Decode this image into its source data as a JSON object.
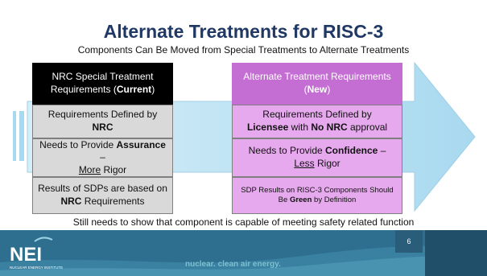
{
  "title": "Alternate Treatments for RISC-3",
  "subtitle": "Components Can Be Moved from Special Treatments to Alternate Treatments",
  "left_column": {
    "header": {
      "pre": "NRC Special Treatment Requirements (",
      "bold": "Current",
      "post": ")"
    },
    "row1": {
      "pre": "Requirements Defined by ",
      "bold": "NRC"
    },
    "row2": {
      "pre": "Needs to Provide ",
      "bold": "Assurance",
      "mid": " – ",
      "under": "More",
      "post": " Rigor"
    },
    "row3": {
      "pre": "Results of SDPs are based on ",
      "bold": "NRC",
      "post": " Requirements"
    }
  },
  "right_column": {
    "header": {
      "line1": "Alternate Treatment Requirements",
      "pre": "(",
      "bold": "New",
      "post": ")"
    },
    "row1": {
      "pre": "Requirements Defined by ",
      "bold1": "Licensee",
      "mid": " with ",
      "bold2": "No NRC",
      "post": " approval"
    },
    "row2": {
      "pre": "Needs to Provide ",
      "bold": "Confidence",
      "mid": " – ",
      "under": "Less",
      "post": " Rigor"
    },
    "row3": {
      "pre": "SDP Results on RISC-3 Components Should Be ",
      "bold": "Green",
      "post": " by Definition"
    }
  },
  "bottom_note": "Still needs to show that component is capable of meeting safety related function",
  "footer": {
    "logo_text": "NEI",
    "logo_sub": "NUCLEAR ENERGY INSTITUTE",
    "slogan": "nuclear. clean air energy.",
    "page_number": "6"
  },
  "colors": {
    "title": "#1f3864",
    "header_left": "#000000",
    "header_right": "#c46ed3",
    "grey_cell": "#d9d9d9",
    "pink_cell": "#e7a9ee",
    "arrow": "#bfe3f2",
    "footer": "#2e6e8f"
  }
}
